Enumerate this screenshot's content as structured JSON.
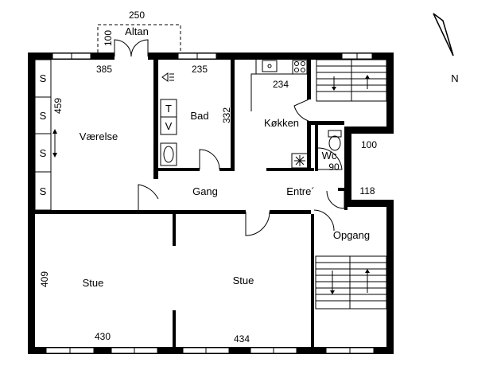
{
  "rooms": {
    "altan": "Altan",
    "vaerelse": "Værelse",
    "bad": "Bad",
    "koekken": "Køkken",
    "wc": "Wc",
    "gang": "Gang",
    "entre": "Entre´",
    "opgang": "Opgang",
    "stue_left": "Stue",
    "stue_right": "Stue"
  },
  "dimensions": {
    "altan_width": "250",
    "altan_depth": "100",
    "vaerelse_width": "385",
    "vaerelse_depth": "459",
    "bad_width": "235",
    "bad_depth": "332",
    "koekken_width": "234",
    "wc_width": "90",
    "wc_depth": "100",
    "entre_depth": "118",
    "stue_depth": "409",
    "stue_left_width": "430",
    "stue_right_width": "434"
  },
  "fixtures": {
    "wardrobe_letter": "S",
    "bath_t": "T",
    "bath_v": "V"
  },
  "compass": {
    "north": "N"
  }
}
